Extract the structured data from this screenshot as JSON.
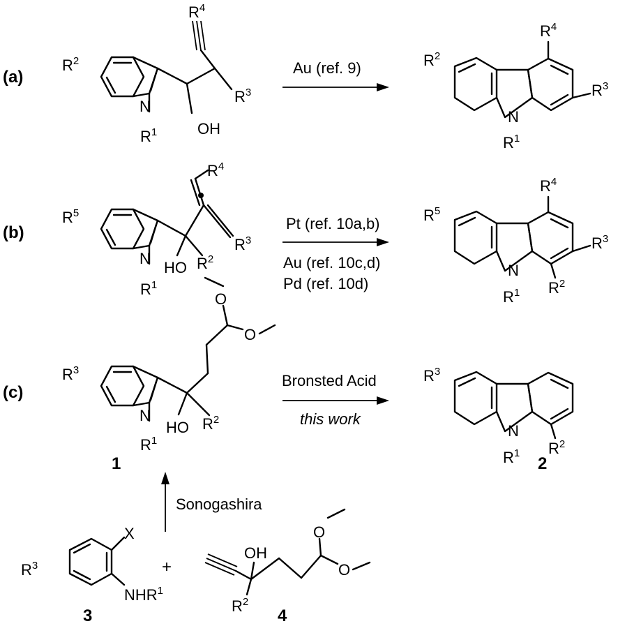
{
  "rows": {
    "a": {
      "label": "(a)",
      "reagent_top": "Au (ref. 9)"
    },
    "b": {
      "label": "(b)",
      "reagent_top": "Pt (ref. 10a,b)",
      "reagent_bottom_1": "Au (ref. 10c,d)",
      "reagent_bottom_2": "Pd (ref. 10d)"
    },
    "c": {
      "label": "(c)",
      "reagent_top": "Bronsted Acid",
      "reagent_bottom": "this work",
      "start_number": "1",
      "product_number": "2"
    },
    "synthesis": {
      "reagent": "Sonogashira",
      "plus": "+",
      "aniline_number": "3",
      "alkyne_number": "4"
    }
  },
  "atoms": {
    "N": "N",
    "OH": "OH",
    "HO": "HO",
    "O": "O",
    "X": "X",
    "NHR": "NHR",
    "R": "R",
    "sup_1": "1",
    "sup_2": "2",
    "sup_3": "3",
    "sup_4": "4",
    "sup_5": "5"
  }
}
